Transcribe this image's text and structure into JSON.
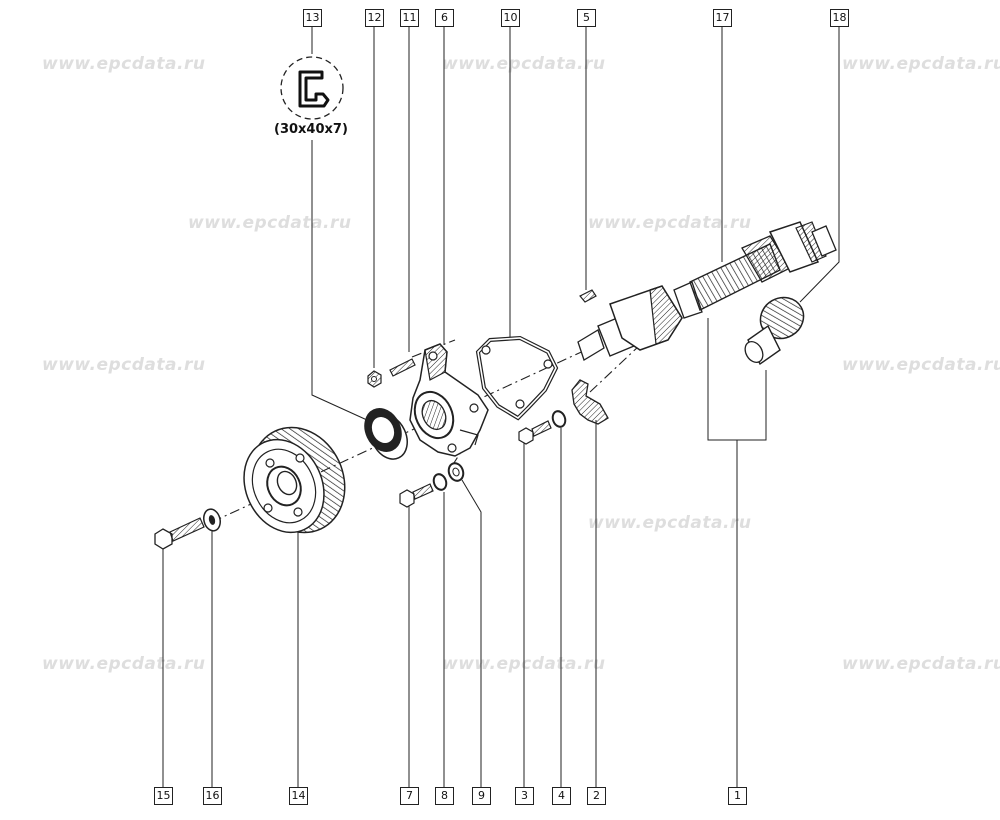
{
  "watermark": "www.epcdata.ru",
  "seal_size_label": "(30x40x7)",
  "callouts": {
    "n1": "1",
    "n2": "2",
    "n3": "3",
    "n4": "4",
    "n5": "5",
    "n6": "6",
    "n7": "7",
    "n8": "8",
    "n9": "9",
    "n10": "10",
    "n11": "11",
    "n12": "12",
    "n13": "13",
    "n14": "14",
    "n15": "15",
    "n16": "16",
    "n17": "17",
    "n18": "18"
  }
}
